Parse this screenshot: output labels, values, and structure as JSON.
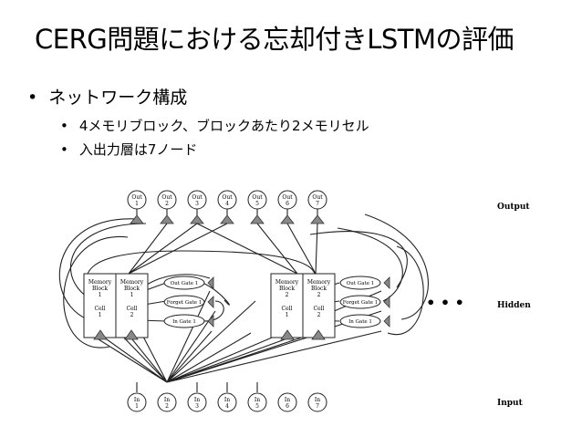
{
  "slide": {
    "title": "CERG問題における忘却付きLSTMの評価",
    "bullets": [
      "ネットワーク構成",
      "4メモリブロック、ブロックあたり2メモリセル",
      "入出力層は7ノード"
    ]
  },
  "diagram": {
    "out_nodes": [
      {
        "label": "Out",
        "num": "1"
      },
      {
        "label": "Out",
        "num": "2"
      },
      {
        "label": "Out",
        "num": "3"
      },
      {
        "label": "Out",
        "num": "4"
      },
      {
        "label": "Out",
        "num": "5"
      },
      {
        "label": "Out",
        "num": "6"
      },
      {
        "label": "Out",
        "num": "7"
      }
    ],
    "in_nodes": [
      {
        "label": "In",
        "num": "1"
      },
      {
        "label": "In",
        "num": "2"
      },
      {
        "label": "In",
        "num": "3"
      },
      {
        "label": "In",
        "num": "4"
      },
      {
        "label": "In",
        "num": "5"
      },
      {
        "label": "In",
        "num": "6"
      },
      {
        "label": "In",
        "num": "7"
      }
    ],
    "blocks": [
      {
        "cells": [
          {
            "line1": "Memory",
            "line2": "Block",
            "line3": "1",
            "cell": "Cell",
            "cellnum": "1"
          },
          {
            "line1": "Memory",
            "line2": "Block",
            "line3": "1",
            "cell": "Cell",
            "cellnum": "2"
          }
        ],
        "gates": [
          "Out Gate 1",
          "Forget Gate 1",
          "In Gate 1"
        ]
      },
      {
        "cells": [
          {
            "line1": "Memory",
            "line2": "Block",
            "line3": "2",
            "cell": "Cell",
            "cellnum": "1"
          },
          {
            "line1": "Memory",
            "line2": "Block",
            "line3": "2",
            "cell": "Cell",
            "cellnum": "2"
          }
        ],
        "gates": [
          "Out Gate 1",
          "Forget Gate 1",
          "In Gate 1"
        ]
      }
    ],
    "ellipsis": "• • •",
    "layer_labels": {
      "output": "Output",
      "hidden": "Hidden",
      "input": "Input"
    }
  }
}
